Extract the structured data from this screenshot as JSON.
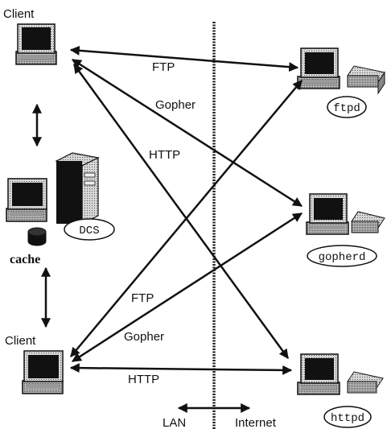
{
  "nodes": {
    "client_top_label": "Client",
    "client_bottom_label": "Client",
    "cache_label": "cache",
    "dcs_label": "DCS",
    "ftpd_label": "ftpd",
    "gopherd_label": "gopherd",
    "httpd_label": "httpd"
  },
  "protocols": {
    "top_ftp": "FTP",
    "top_gopher": "Gopher",
    "top_http": "HTTP",
    "bottom_ftp": "FTP",
    "bottom_gopher": "Gopher",
    "bottom_http": "HTTP"
  },
  "network": {
    "lan_label": "LAN",
    "internet_label": "Internet"
  }
}
